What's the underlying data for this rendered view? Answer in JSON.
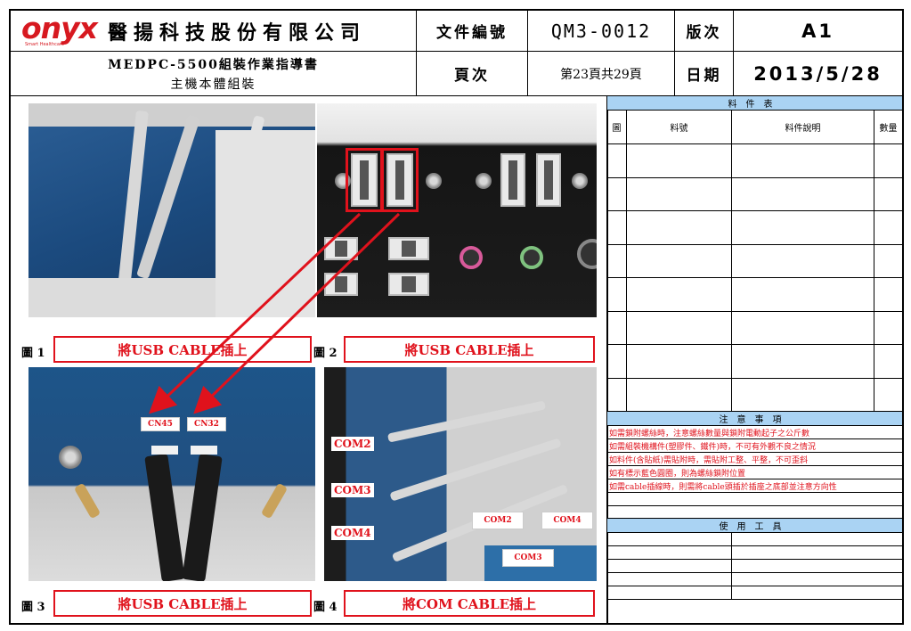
{
  "header": {
    "logo_word": "onyx",
    "logo_sub": "Smart Healthcare",
    "company": "醫揚科技股份有限公司",
    "doc_no_label": "文件編號",
    "doc_no": "QM3-0012",
    "version_label": "版次",
    "version": "A1",
    "title_line1": "MEDPC-5500組裝作業指導書",
    "title_line2": "主機本體組裝",
    "page_label": "頁次",
    "page_value": "第23頁共29頁",
    "date_label": "日期",
    "date_value": "2013/5/28"
  },
  "figures": [
    {
      "label": "圖 1",
      "caption": "將USB CABLE插上"
    },
    {
      "label": "圖 2",
      "caption": "將USB CABLE插上"
    },
    {
      "label": "圖 3",
      "caption": "將USB CABLE插上"
    },
    {
      "label": "圖 4",
      "caption": "將COM CABLE插上"
    }
  ],
  "photo_tags": {
    "cn45": "CN45",
    "cn32": "CN32",
    "com2": "COM2",
    "com3": "COM3",
    "com4": "COM4",
    "board_com2": "COM2",
    "board_com4": "COM4",
    "board_com3": "COM3"
  },
  "parts_table": {
    "title": "料件表",
    "columns": [
      "圖",
      "料號",
      "料件說明",
      "數量"
    ],
    "rows": [
      "",
      "",
      "",
      "",
      "",
      "",
      "",
      ""
    ]
  },
  "notes": {
    "title": "注意事項",
    "items": [
      "如需鎖附螺絲時，注意螺絲數量與鎖附電動起子之公斤數",
      "如需組裝機構件(塑膠件、鐵件)時，不可有外觀不良之情況",
      "如料件(含貼紙)需貼附時，需貼附工整、平整，不可歪斜",
      "如有標示藍色圓圈，則為螺絲鎖附位置",
      "如需cable插線時，則需將cable頭插於插座之底部並注意方向性"
    ]
  },
  "tools": {
    "title": "使用工具",
    "rows": [
      "",
      "",
      "",
      "",
      ""
    ]
  },
  "colors": {
    "accent_red": "#e0121c",
    "band_blue": "#aad3f3",
    "logo_red": "#d71920"
  }
}
